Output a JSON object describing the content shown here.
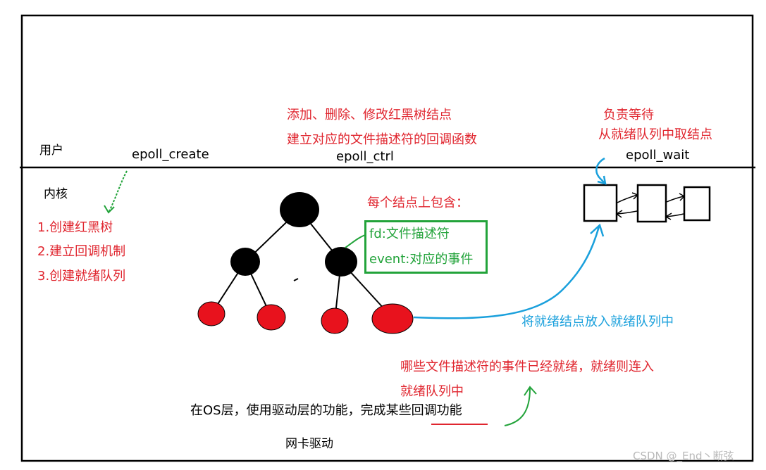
{
  "user_space": {
    "label": "用户",
    "epoll_create": "epoll_create",
    "epoll_ctrl": "epoll_ctrl",
    "epoll_wait": "epoll_wait",
    "ctrl_notes": [
      "添加、删除、修改红黑树结点",
      "建立对应的文件描述符的回调函数"
    ],
    "wait_notes": [
      "负责等待",
      "从就绪队列中取结点"
    ]
  },
  "kernel_space": {
    "label": "内核",
    "create_steps": [
      "1.创建红黑树",
      "2.建立回调机制",
      "3.创建就绪队列"
    ],
    "node_heading": "每个结点上包含：",
    "node_fields": [
      {
        "key": "fd:",
        "desc": "文件描述符"
      },
      {
        "key": "event:",
        "desc": "对应的事件"
      }
    ],
    "ready_move": "将就绪结点放入就绪队列中",
    "ready_note": [
      "哪些文件描述符的事件已经就绪，就绪则连入",
      "就绪队列中"
    ],
    "os_layer": "在OS层，使用驱动层的功能，完成某些回调功能",
    "nic_driver": "网卡驱动",
    "dot": "、"
  },
  "watermark": "CSDN @_End丶断弦",
  "colors": {
    "red_text": "#e0262f",
    "green_text": "#22a33a",
    "blue_arrow": "#1aa0dc",
    "black_node": "#000000",
    "red_node": "#e8121d"
  }
}
